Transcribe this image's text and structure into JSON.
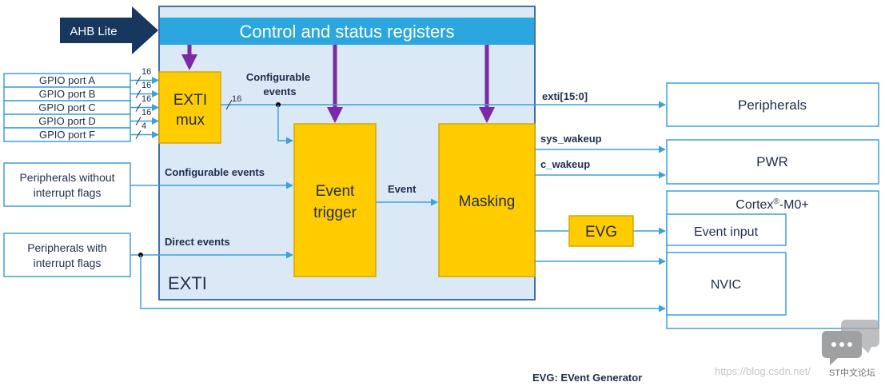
{
  "bus": {
    "ahb_label": "AHB Lite",
    "registers_label": "Control and status registers"
  },
  "gpio_ports": [
    {
      "label": "GPIO port A",
      "width": "16"
    },
    {
      "label": "GPIO port B",
      "width": "16"
    },
    {
      "label": "GPIO port C",
      "width": "16"
    },
    {
      "label": "GPIO port D",
      "width": "16"
    },
    {
      "label": "GPIO port F",
      "width": "4"
    }
  ],
  "blocks": {
    "exti_mux": [
      "EXTI",
      "mux"
    ],
    "event_trigger": [
      "Event",
      "trigger"
    ],
    "masking": "Masking",
    "evg": "EVG",
    "exti": "EXTI"
  },
  "sources": {
    "peripherals_no_flags": [
      "Peripherals without",
      "interrupt flags"
    ],
    "peripherals_flags": [
      "Peripherals with",
      "interrupt flags"
    ]
  },
  "signals": {
    "configurable_events_mux": [
      "Configurable",
      "events"
    ],
    "mux_width": "16",
    "configurable_events": "Configurable events",
    "direct_events": "Direct events",
    "event": "Event",
    "exti_bus": "exti[15:0]",
    "sys_wakeup": "sys_wakeup",
    "c_wakeup": "c_wakeup"
  },
  "targets": {
    "peripherals": "Peripherals",
    "pwr": "PWR",
    "cortex_prefix": "Cortex",
    "cortex_sup": "®",
    "cortex_suffix": "-M0+",
    "event_input": "Event input",
    "nvic": "NVIC"
  },
  "legend": "EVG: EVent Generator",
  "watermark": {
    "url": "https://blog.csdn.net/",
    "forum": "ST中文论坛"
  },
  "colors": {
    "line_blue": "#3da0d6",
    "header_blue": "#2ba6df",
    "exti_fill": "#dbe8f5",
    "exti_border": "#3f70a8",
    "block_yellow": "#ffcc00",
    "block_border": "#d4a800",
    "purple": "#7a2aa8",
    "navy": "#17375e",
    "text_dark": "#1f2d4d"
  }
}
